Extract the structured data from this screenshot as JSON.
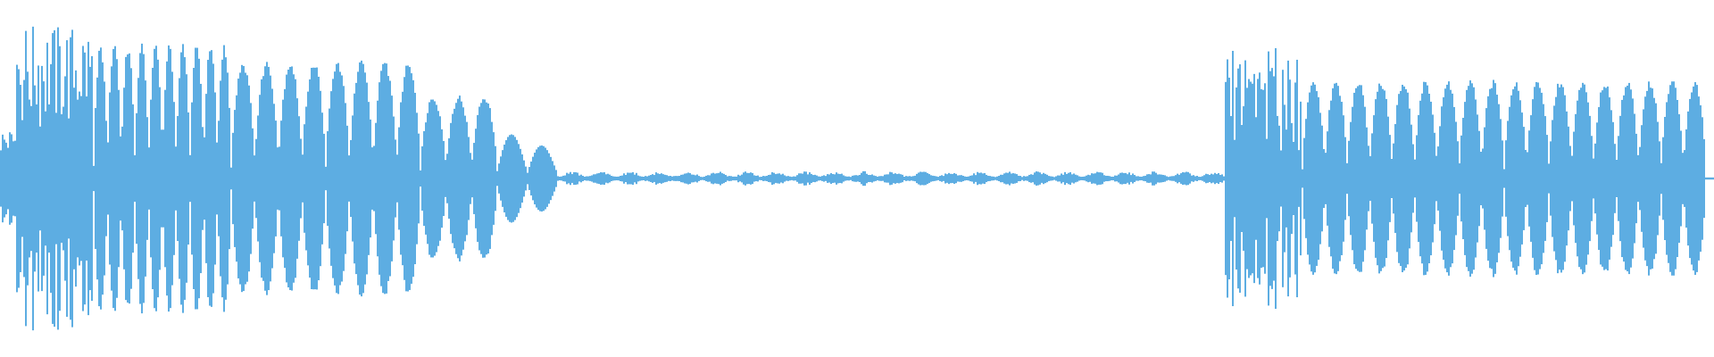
{
  "chart_data": {
    "type": "area",
    "title": "",
    "xlabel": "",
    "ylabel": "",
    "grid": false,
    "legend": "none",
    "ylim": [
      -1,
      1
    ],
    "series": [
      {
        "color": "#5DADE2",
        "envelope": [
          {
            "start": 0.0,
            "end": 0.01,
            "amp": 0.31,
            "shape": "noise"
          },
          {
            "start": 0.01,
            "end": 0.055,
            "amp": 0.93,
            "shape": "dense"
          },
          {
            "start": 0.055,
            "end": 0.135,
            "amp": 0.82,
            "shape": "pulses",
            "count": 10
          },
          {
            "start": 0.135,
            "end": 0.245,
            "amp": 0.72,
            "shape": "pulses",
            "count": 8
          },
          {
            "start": 0.245,
            "end": 0.29,
            "amp": 0.51,
            "shape": "pulses",
            "count": 3
          },
          {
            "start": 0.29,
            "end": 0.325,
            "amp": 0.3,
            "shape": "decay",
            "count": 2
          },
          {
            "start": 0.325,
            "end": 0.715,
            "amp": 0.045,
            "shape": "whisper"
          },
          {
            "start": 0.715,
            "end": 0.76,
            "amp": 0.79,
            "shape": "dense"
          },
          {
            "start": 0.76,
            "end": 0.995,
            "amp": 0.6,
            "shape": "pulses",
            "count": 18
          }
        ]
      }
    ]
  }
}
